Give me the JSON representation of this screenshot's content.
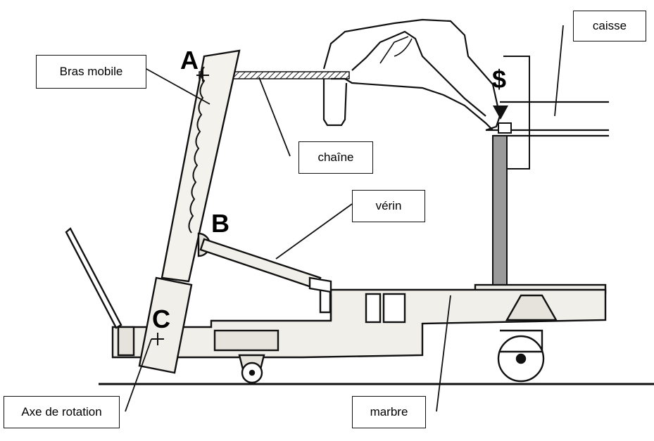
{
  "labels": {
    "bras_mobile": "Bras mobile",
    "caisse": "caisse",
    "chaine": "chaîne",
    "verin": "vérin",
    "axe_rotation": "Axe de rotation",
    "marbre": "marbre"
  },
  "points": {
    "a": "A",
    "b": "B",
    "c": "C",
    "s": "$"
  }
}
